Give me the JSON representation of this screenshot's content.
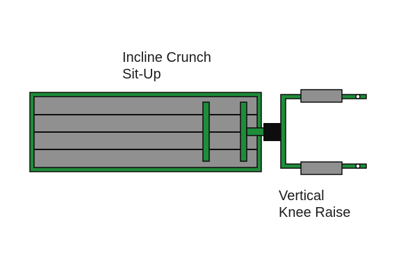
{
  "labels": {
    "incline_line1": "Incline Crunch",
    "incline_line2": "Sit-Up",
    "knee_line1": "Vertical",
    "knee_line2": "Knee Raise"
  },
  "colors": {
    "frame_green": "#1f8c3a",
    "frame_outline": "#0d0d0d",
    "pad_gray": "#909090",
    "connector_black": "#0d0d0d",
    "background": "#ffffff"
  }
}
